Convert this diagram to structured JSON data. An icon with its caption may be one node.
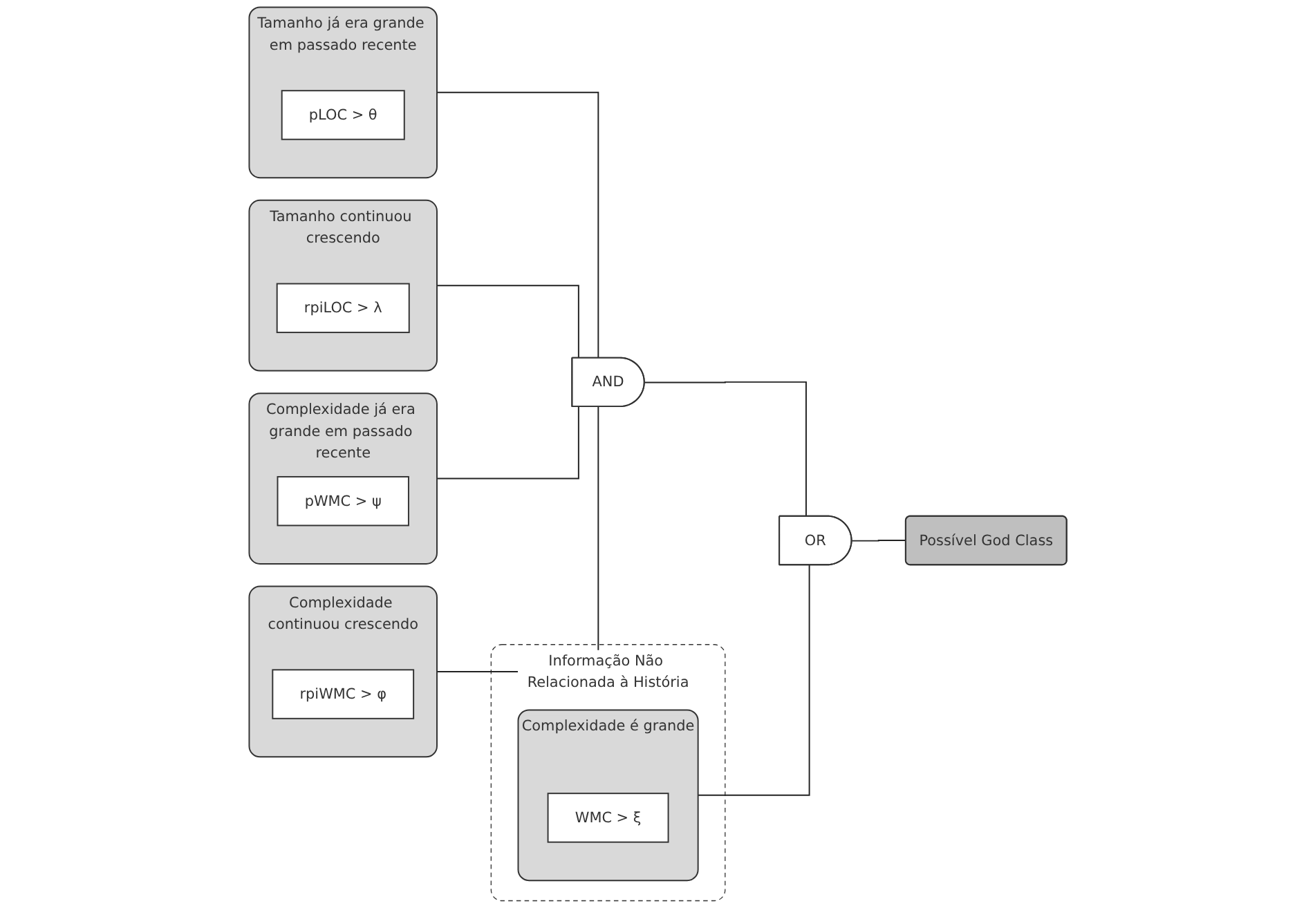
{
  "diagram": {
    "nodes": [
      {
        "text": [
          "Tamanho já era grande em passado recente"
        ]
      },
      {
        "text": [
          "pLOC > θ"
        ],
        "in": 0
      },
      {
        "text": [
          "Tamanho continuou crescendo"
        ]
      },
      {
        "text": [
          "rpiLOC > λ"
        ],
        "in": 2
      },
      {
        "text": [
          "Complexidade já era grande em passado recente"
        ]
      },
      {
        "text": [
          "pWMC > ψ"
        ],
        "in": 4
      },
      {
        "text": [
          "Complexidade continuou crescendo"
        ]
      },
      {
        "text": [
          "rpiWMC > φ"
        ],
        "in": 6
      },
      {
        "text": [
          "AND"
        ]
      },
      {
        "text": [
          "Informação Não Relacionada à História"
        ]
      },
      {
        "text": [
          "Complexidade é grande"
        ],
        "in": 9
      },
      {
        "text": [
          "WMC > ξ"
        ],
        "in": 10
      },
      {
        "text": [
          "OR"
        ]
      },
      {
        "text": [
          "Possível God Class"
        ]
      }
    ],
    "edges": [
      {
        "from": 0,
        "to": 8,
        "arrow": "none"
      },
      {
        "from": 2,
        "to": 8,
        "arrow": "none"
      },
      {
        "from": 4,
        "to": 8,
        "arrow": "none"
      },
      {
        "from": 6,
        "to": 8,
        "arrow": "none"
      },
      {
        "from": 8,
        "to": 12,
        "arrow": "none"
      },
      {
        "from": 10,
        "to": 12,
        "arrow": "none"
      },
      {
        "from": 12,
        "to": 13,
        "arrow": "none"
      }
    ]
  }
}
